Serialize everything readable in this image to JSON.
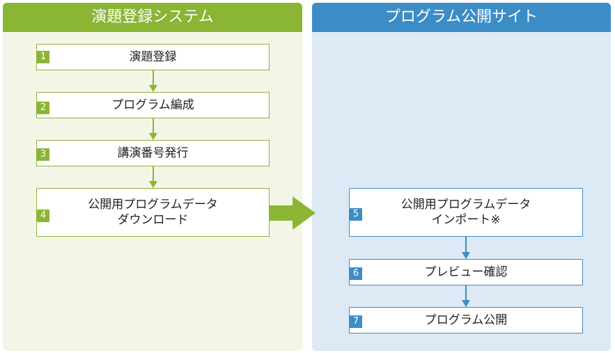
{
  "left_panel": {
    "title": "演題登録システム"
  },
  "right_panel": {
    "title": "プログラム公開サイト"
  },
  "steps": [
    {
      "number": "1",
      "label": "演題登録"
    },
    {
      "number": "2",
      "label": "プログラム編成"
    },
    {
      "number": "3",
      "label": "講演番号発行"
    },
    {
      "number": "4",
      "label": "公開用プログラムデータ\nダウンロード"
    },
    {
      "number": "5",
      "label": "公開用プログラムデータ\nインポート※"
    },
    {
      "number": "6",
      "label": "プレビュー確認"
    },
    {
      "number": "7",
      "label": "プログラム公開"
    }
  ],
  "colors": {
    "green": "#8bb534",
    "blue": "#3c8dc5",
    "green_bg": "#f3f6e6",
    "blue_bg": "#dde9f5"
  }
}
